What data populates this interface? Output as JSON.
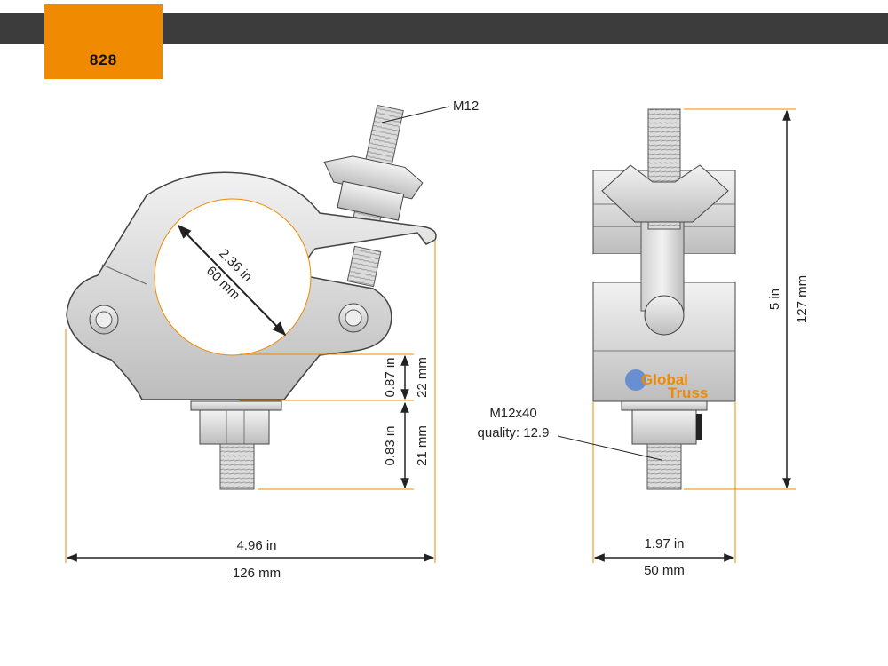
{
  "header": {
    "product_code": "828"
  },
  "side_view": {
    "thread_label": "M12",
    "diameter_in": "2.36 in",
    "diameter_mm": "60 mm",
    "upper_height_in": "0.87 in",
    "upper_height_mm": "22 mm",
    "lower_height_in": "0.83 in",
    "lower_height_mm": "21 mm",
    "width_in": "4.96 in",
    "width_mm": "126 mm"
  },
  "front_view": {
    "bolt_label": "M12x40",
    "bolt_quality": "quality: 12.9",
    "height_in": "5 in",
    "height_mm": "127 mm",
    "width_in": "1.97 in",
    "width_mm": "50 mm",
    "logo_line1": "Global",
    "logo_line2": "Truss"
  },
  "colors": {
    "accent": "#f08a00",
    "bar": "#3c3c3c",
    "dimension_line": "#222222",
    "extension_line": "#f08a00"
  }
}
